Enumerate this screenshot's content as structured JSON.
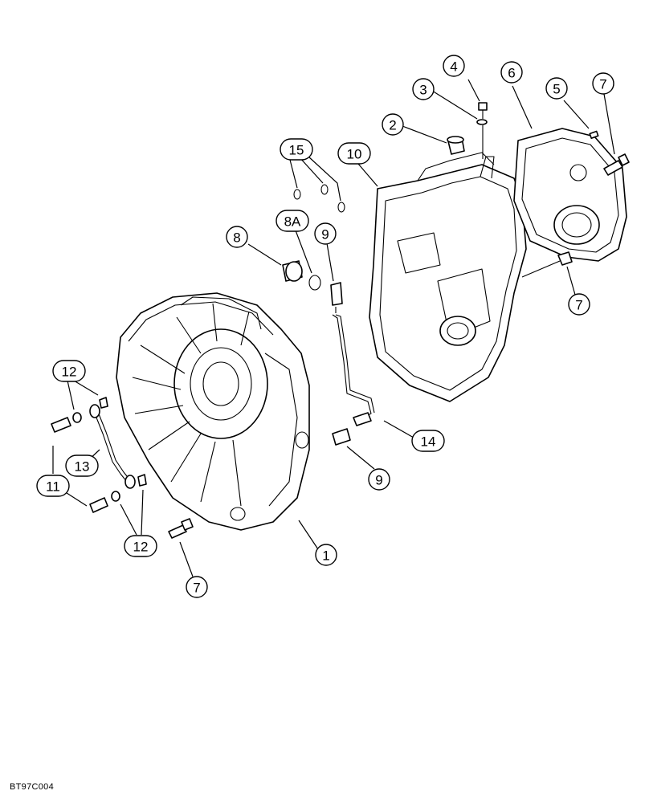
{
  "diagram": {
    "reference_code": "BT97C004",
    "callouts": [
      {
        "id": "c1",
        "label": "1"
      },
      {
        "id": "c2",
        "label": "2"
      },
      {
        "id": "c3",
        "label": "3"
      },
      {
        "id": "c4",
        "label": "4"
      },
      {
        "id": "c5",
        "label": "5"
      },
      {
        "id": "c6",
        "label": "6"
      },
      {
        "id": "c7a",
        "label": "7"
      },
      {
        "id": "c7b",
        "label": "7"
      },
      {
        "id": "c7c",
        "label": "7"
      },
      {
        "id": "c8",
        "label": "8"
      },
      {
        "id": "c8a",
        "label": "8A"
      },
      {
        "id": "c9a",
        "label": "9"
      },
      {
        "id": "c9b",
        "label": "9"
      },
      {
        "id": "c10",
        "label": "10"
      },
      {
        "id": "c11",
        "label": "11"
      },
      {
        "id": "c12a",
        "label": "12"
      },
      {
        "id": "c12b",
        "label": "12"
      },
      {
        "id": "c13",
        "label": "13"
      },
      {
        "id": "c14",
        "label": "14"
      },
      {
        "id": "c15",
        "label": "15"
      }
    ]
  }
}
